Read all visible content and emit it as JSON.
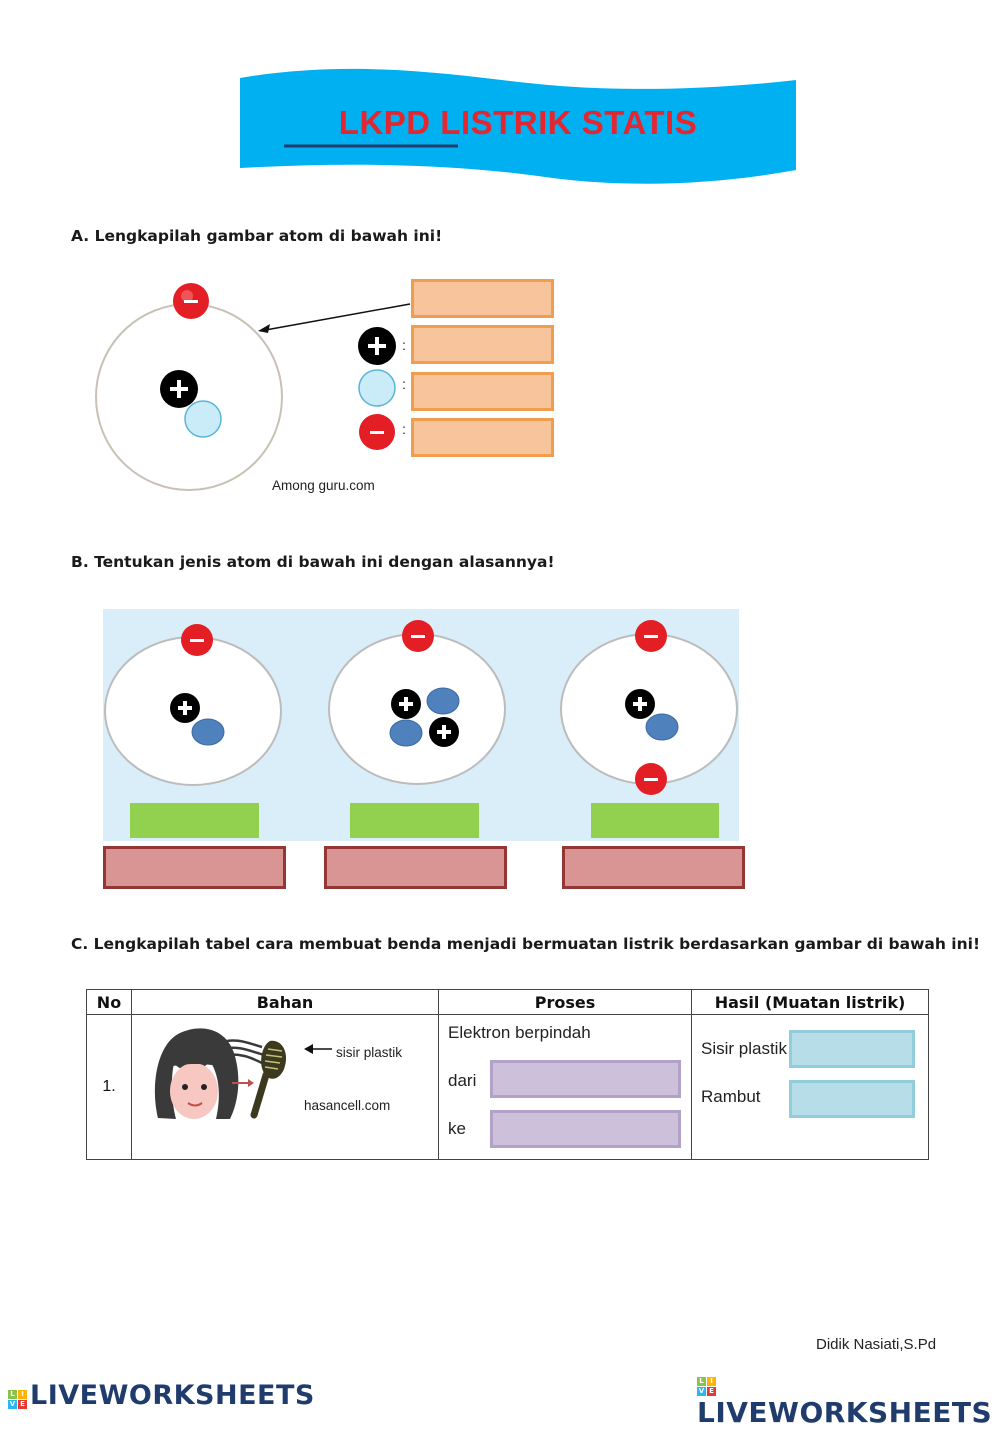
{
  "title": "LKPD LISTRIK STATIS",
  "section_a": {
    "letter": "A.",
    "heading": "Lengkapilah gambar atom di bawah ini!",
    "credit": "Among guru.com",
    "legend_separator": ":",
    "icons": [
      "proton-icon",
      "neutron-icon",
      "electron-icon"
    ]
  },
  "section_b": {
    "letter": "B.",
    "heading": "Tentukan jenis atom di bawah ini dengan alasannya!"
  },
  "section_c": {
    "letter": "C.",
    "heading": "Lengkapilah tabel cara membuat benda menjadi bermuatan listrik berdasarkan gambar  di bawah ini!",
    "table": {
      "headers": [
        "No",
        "Bahan",
        "Proses",
        "Hasil (Muatan listrik)"
      ],
      "row": {
        "no": "1.",
        "comb_label": "sisir plastik",
        "image_credit": "hasancell.com",
        "process_title": "Elektron berpindah",
        "from_label": "dari",
        "to_label": "ke",
        "result_comb": "Sisir plastik",
        "result_hair": "Rambut"
      }
    }
  },
  "author": "Didik Nasiati,S.Pd",
  "footer": {
    "brand": "LIVEWORKSHEETS",
    "logo_letters": [
      "L",
      "I",
      "V",
      "E"
    ]
  },
  "colors": {
    "banner": "#00b0f0",
    "title": "#e3262f",
    "electron": "#e31e24",
    "proton": "#000000",
    "neutron_a": "#c9ecf8",
    "neutron_b": "#4f81bd",
    "answer_orange": "#f8c49b",
    "answer_green": "#92d050",
    "answer_rose": "#d99594",
    "answer_purple": "#ccc0da",
    "answer_blue": "#b7dde8"
  }
}
